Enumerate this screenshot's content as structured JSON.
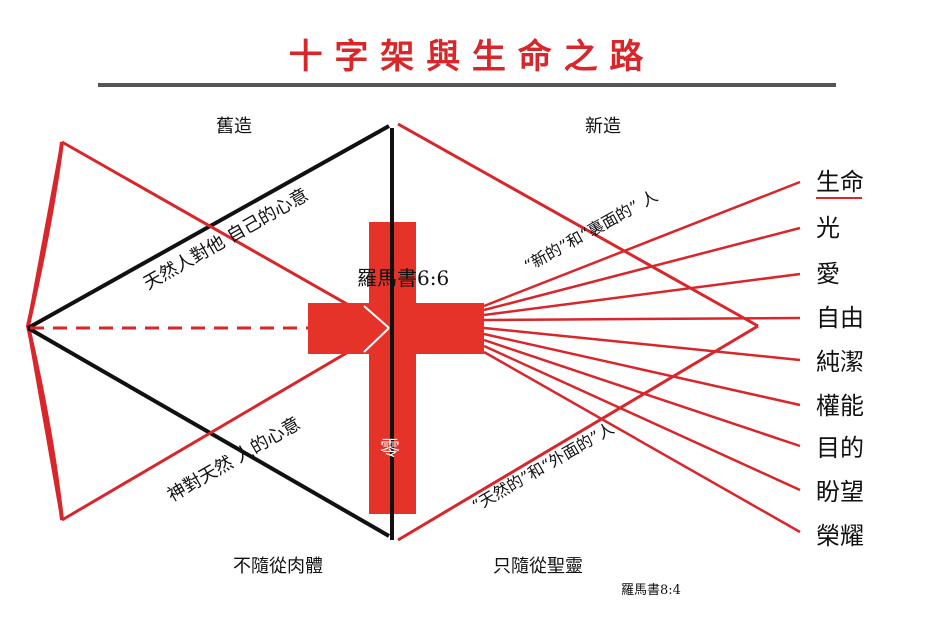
{
  "title": "十 字 架 與 生 命 之 路",
  "old_label": "舊造",
  "new_label": "新造",
  "old_upper_text": "天然人對他 自己的心意",
  "old_lower_text": "神對天然 人的心意",
  "new_upper_text": "“新的”和“裏面的” 人",
  "new_lower_text": "“天然的”和“外面的”人",
  "cross_ref": "羅馬書6:6",
  "zero": "零",
  "bottom_left": "不隨從肉體",
  "bottom_right": "只隨從聖靈",
  "footnote": "羅馬書8:4",
  "blessings": [
    "生命",
    "光",
    "愛",
    "自由",
    "純潔",
    "權能",
    "目的",
    "盼望",
    "榮耀"
  ],
  "colors": {
    "red": "#d8262a",
    "cross": "#e6332a",
    "black": "#111111",
    "rule": "#555555"
  }
}
